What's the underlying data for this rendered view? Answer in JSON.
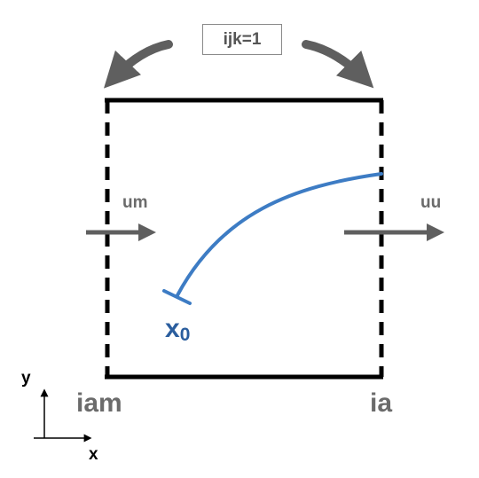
{
  "diagram": {
    "top_label": "ijk=1",
    "left_flux": "um",
    "right_flux": "uu",
    "start_symbol": "x",
    "start_subscript": "0",
    "left_index": "iam",
    "right_index": "ia",
    "axis_y": "y",
    "axis_x": "x"
  },
  "colors": {
    "wall": "#000000",
    "arrow": "#5f5f5f",
    "trajectory": "#3d7cc4",
    "start_label": "#2b5e9e",
    "label_text": "#6b6b6b",
    "axis": "#000000"
  }
}
